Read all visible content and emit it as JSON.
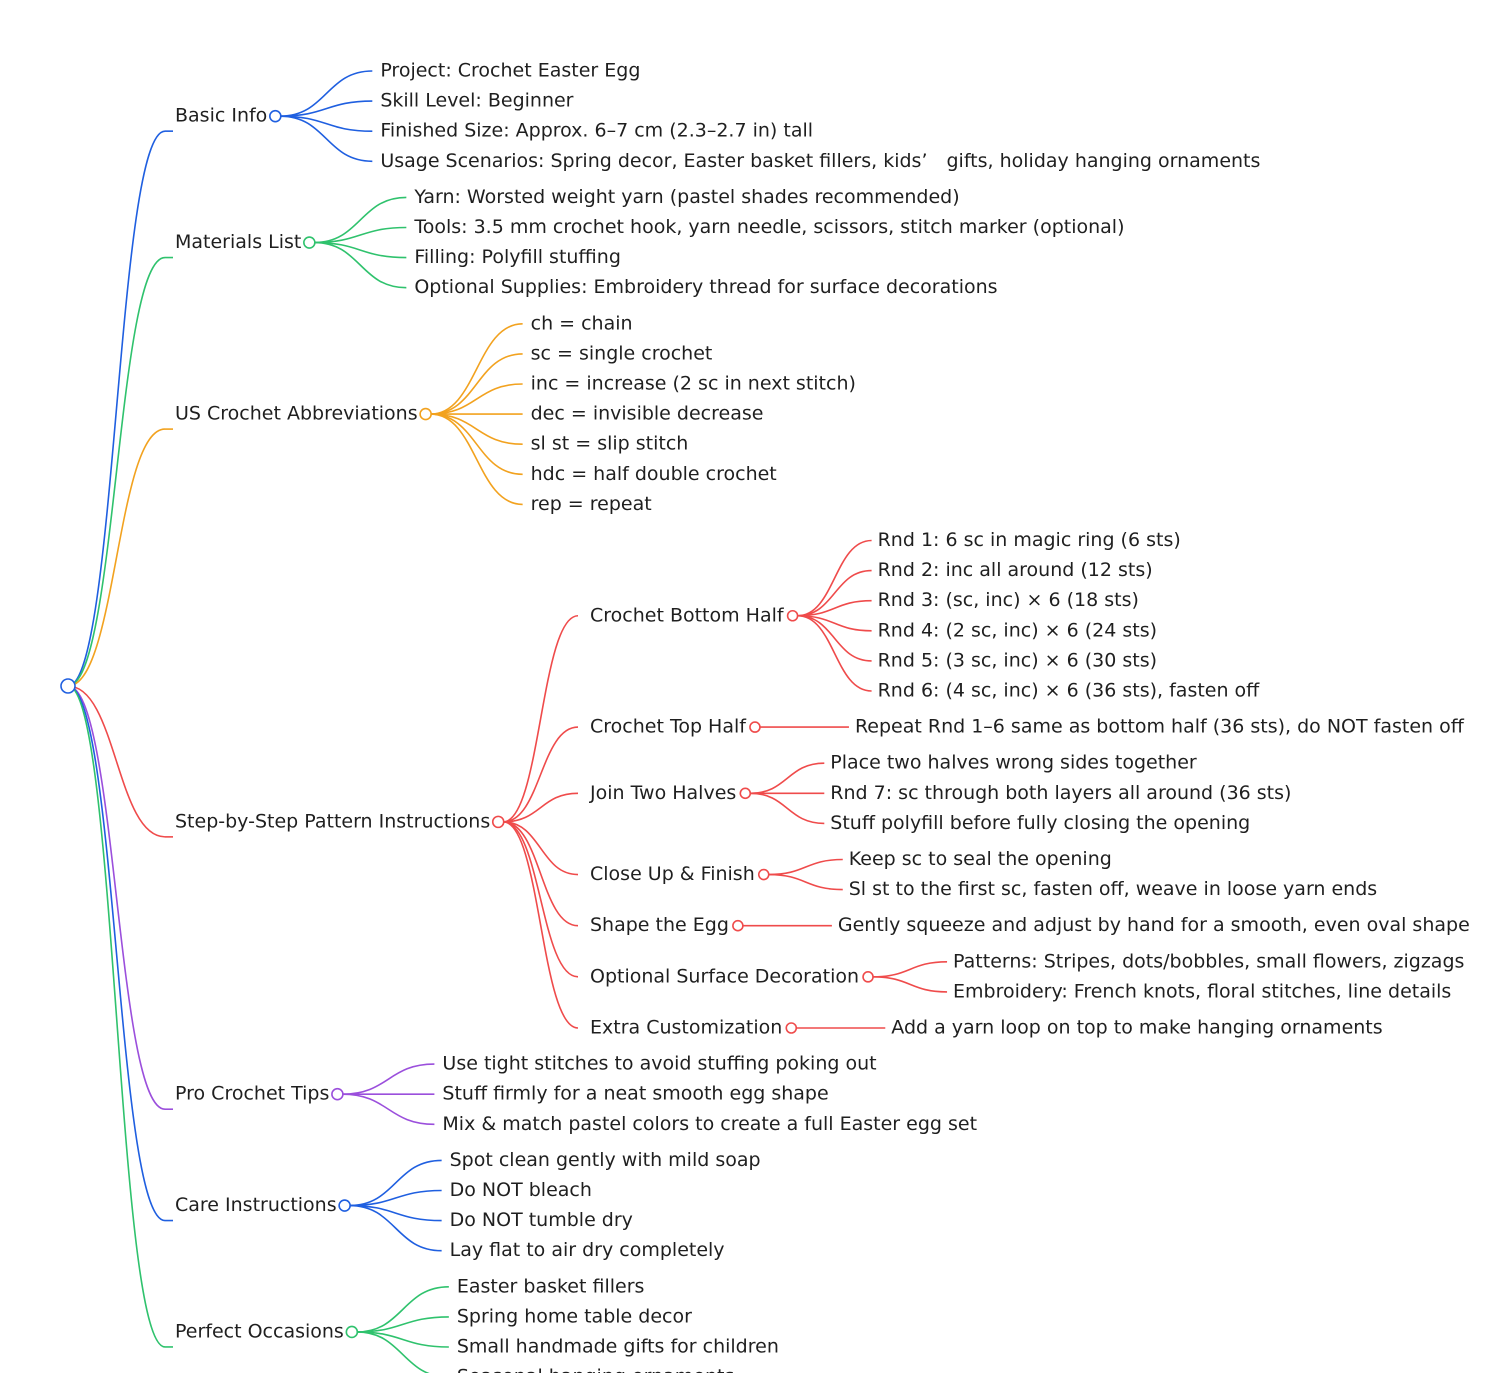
{
  "colors": {
    "blue": "#1f5fe0",
    "green": "#2fc26d",
    "orange": "#f2a21f",
    "red": "#ef4b4b",
    "purple": "#9b4fdc"
  },
  "root": {
    "label": "",
    "color": "blue"
  },
  "branches": [
    {
      "label": "Basic Info",
      "color": "blue",
      "children": [
        {
          "label": "Project: Crochet Easter Egg"
        },
        {
          "label": "Skill Level: Beginner"
        },
        {
          "label": "Finished Size: Approx. 6–7 cm (2.3–2.7 in) tall"
        },
        {
          "label": "Usage Scenarios: Spring decor, Easter basket fillers, kids’　gifts, holiday hanging ornaments"
        }
      ]
    },
    {
      "label": "Materials List",
      "color": "green",
      "children": [
        {
          "label": "Yarn: Worsted weight yarn (pastel shades recommended)"
        },
        {
          "label": "Tools: 3.5 mm crochet hook, yarn needle, scissors, stitch marker (optional)"
        },
        {
          "label": "Filling: Polyfill stuffing"
        },
        {
          "label": "Optional Supplies: Embroidery thread for surface decorations"
        }
      ]
    },
    {
      "label": "US Crochet Abbreviations",
      "color": "orange",
      "children": [
        {
          "label": "ch = chain"
        },
        {
          "label": "sc = single crochet"
        },
        {
          "label": "inc = increase (2 sc in next stitch)"
        },
        {
          "label": "dec = invisible decrease"
        },
        {
          "label": "sl st = slip stitch"
        },
        {
          "label": "hdc = half double crochet"
        },
        {
          "label": "rep = repeat"
        }
      ]
    },
    {
      "label": "Step-by-Step Pattern Instructions",
      "color": "red",
      "children": [
        {
          "label": "Crochet Bottom Half",
          "children": [
            {
              "label": "Rnd 1: 6 sc in magic ring (6 sts)"
            },
            {
              "label": "Rnd 2: inc all around (12 sts)"
            },
            {
              "label": "Rnd 3: (sc, inc) × 6 (18 sts)"
            },
            {
              "label": "Rnd 4: (2 sc, inc) × 6 (24 sts)"
            },
            {
              "label": "Rnd 5: (3 sc, inc) × 6 (30 sts)"
            },
            {
              "label": "Rnd 6: (4 sc, inc) × 6 (36 sts), fasten off"
            }
          ]
        },
        {
          "label": "Crochet Top Half",
          "children": [
            {
              "label": "Repeat Rnd 1–6 same as bottom half (36 sts), do NOT fasten off"
            }
          ]
        },
        {
          "label": "Join Two Halves",
          "children": [
            {
              "label": "Place two halves wrong sides together"
            },
            {
              "label": "Rnd 7: sc through both layers all around (36 sts)"
            },
            {
              "label": "Stuff polyfill before fully closing the opening"
            }
          ]
        },
        {
          "label": "Close Up & Finish",
          "children": [
            {
              "label": "Keep sc to seal the opening"
            },
            {
              "label": "Sl st to the first sc, fasten off, weave in loose yarn ends"
            }
          ]
        },
        {
          "label": "Shape the Egg",
          "children": [
            {
              "label": "Gently squeeze and adjust by hand for a smooth, even oval shape"
            }
          ]
        },
        {
          "label": "Optional Surface Decoration",
          "children": [
            {
              "label": "Patterns: Stripes, dots/bobbles, small flowers, zigzags"
            },
            {
              "label": "Embroidery: French knots, floral stitches, line details"
            }
          ]
        },
        {
          "label": "Extra Customization",
          "children": [
            {
              "label": "Add a yarn loop on top to make hanging ornaments"
            }
          ]
        }
      ]
    },
    {
      "label": "Pro Crochet Tips",
      "color": "purple",
      "children": [
        {
          "label": "Use tight stitches to avoid stuffing poking out"
        },
        {
          "label": "Stuff firmly for a neat smooth egg shape"
        },
        {
          "label": "Mix & match pastel colors to create a full Easter egg set"
        }
      ]
    },
    {
      "label": "Care Instructions",
      "color": "blue",
      "children": [
        {
          "label": "Spot clean gently with mild soap"
        },
        {
          "label": "Do NOT bleach"
        },
        {
          "label": "Do NOT tumble dry"
        },
        {
          "label": "Lay flat to air dry completely"
        }
      ]
    },
    {
      "label": "Perfect Occasions",
      "color": "green",
      "children": [
        {
          "label": "Easter basket fillers"
        },
        {
          "label": "Spring home table decor"
        },
        {
          "label": "Small handmade gifts for children"
        },
        {
          "label": "Seasonal hanging ornaments"
        }
      ]
    }
  ]
}
